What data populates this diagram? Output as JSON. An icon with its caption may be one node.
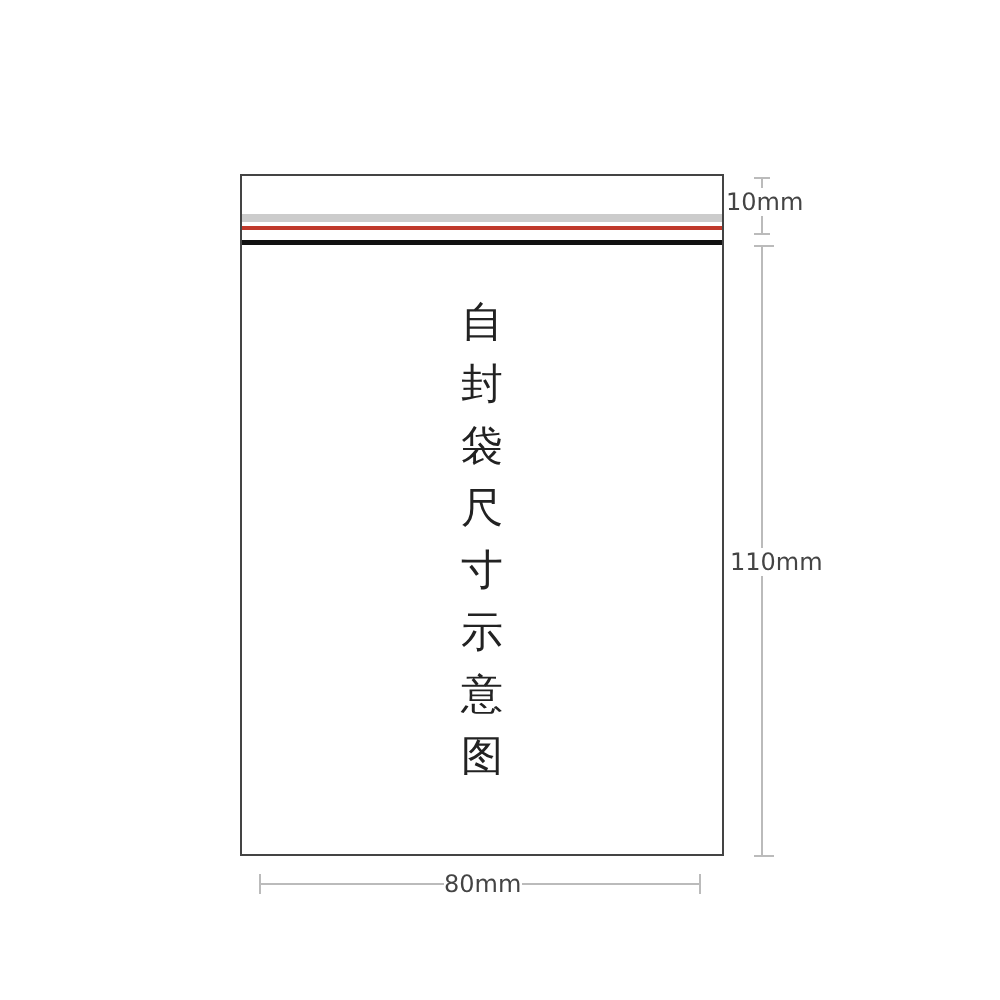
{
  "diagram": {
    "nodes": [
      {
        "text": [
          "自封袋尺寸示意图"
        ]
      }
    ],
    "labels": [
      "10mm",
      "110mm",
      "80mm"
    ]
  }
}
